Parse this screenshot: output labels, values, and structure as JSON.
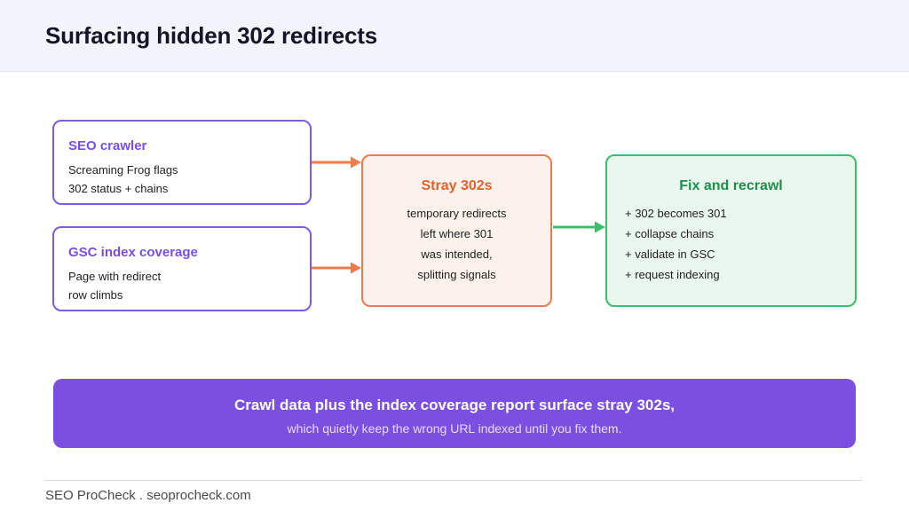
{
  "header": {
    "title": "Surfacing hidden 302 redirects"
  },
  "sources": [
    {
      "title": "SEO crawler",
      "lines": [
        "Screaming Frog flags",
        "302 status + chains"
      ]
    },
    {
      "title": "GSC index coverage",
      "lines": [
        "Page with redirect",
        "row climbs"
      ]
    }
  ],
  "center": {
    "title": "Stray 302s",
    "lines": [
      "temporary redirects",
      "left where 301",
      "was intended,",
      "splitting signals"
    ]
  },
  "result": {
    "title": "Fix and recrawl",
    "lines": [
      "+ 302 becomes 301",
      "+ collapse chains",
      "+ validate in GSC",
      "+ request indexing"
    ]
  },
  "banner": {
    "main": "Crawl data plus the index coverage report surface stray 302s,",
    "sub": "which quietly keep the wrong URL indexed until you fix them."
  },
  "footer": {
    "text": "SEO ProCheck . seoprocheck.com"
  },
  "colors": {
    "accent_purple": "#7b4fe0",
    "accent_orange": "#ef7b4c",
    "accent_green": "#3bbf6a"
  }
}
